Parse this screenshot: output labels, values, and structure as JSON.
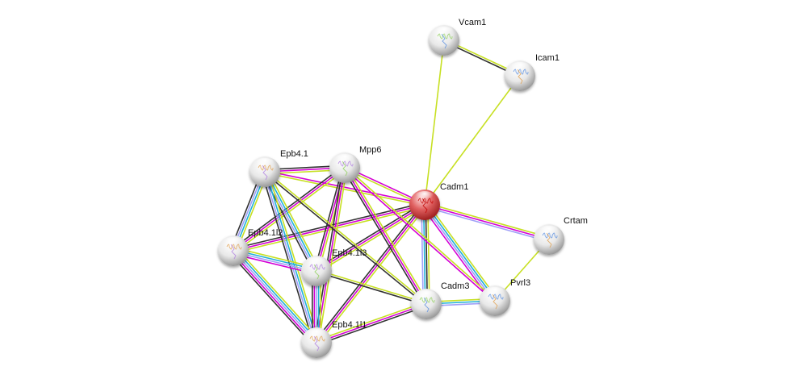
{
  "title": "Protein interaction network",
  "colors": {
    "textmining": "#c7e023",
    "coexpression": "#333333",
    "experiments": "#d400d4",
    "databases": "#21b1d8",
    "homology": "#a0a0f8",
    "query_node": "#d23333",
    "node": "#e6e6e6"
  },
  "nodes": [
    {
      "id": "Vcam1",
      "label": "Vcam1",
      "query": false
    },
    {
      "id": "Icam1",
      "label": "Icam1",
      "query": false
    },
    {
      "id": "Epb4.1",
      "label": "Epb4.1",
      "query": false
    },
    {
      "id": "Mpp6",
      "label": "Mpp6",
      "query": false
    },
    {
      "id": "Cadm1",
      "label": "Cadm1",
      "query": true
    },
    {
      "id": "Crtam",
      "label": "Crtam",
      "query": false
    },
    {
      "id": "Epb4.1l2",
      "label": "Epb4.1l2",
      "query": false
    },
    {
      "id": "Epb4.1l3",
      "label": "Epb4.1l3",
      "query": false
    },
    {
      "id": "Cadm3",
      "label": "Cadm3",
      "query": false
    },
    {
      "id": "Pvrl3",
      "label": "Pvrl3",
      "query": false
    },
    {
      "id": "Epb4.1l1",
      "label": "Epb4.1l1",
      "query": false
    }
  ],
  "edges": [
    {
      "a": "Vcam1",
      "b": "Icam1",
      "evidence": [
        "textmining",
        "coexpression"
      ]
    },
    {
      "a": "Vcam1",
      "b": "Cadm1",
      "evidence": [
        "textmining"
      ]
    },
    {
      "a": "Icam1",
      "b": "Cadm1",
      "evidence": [
        "textmining"
      ]
    },
    {
      "a": "Cadm1",
      "b": "Crtam",
      "evidence": [
        "textmining",
        "experiments",
        "homology"
      ]
    },
    {
      "a": "Crtam",
      "b": "Pvrl3",
      "evidence": [
        "textmining"
      ]
    },
    {
      "a": "Cadm1",
      "b": "Cadm3",
      "evidence": [
        "textmining",
        "coexpression",
        "databases",
        "homology"
      ]
    },
    {
      "a": "Cadm1",
      "b": "Pvrl3",
      "evidence": [
        "textmining",
        "databases",
        "homology",
        "experiments"
      ]
    },
    {
      "a": "Cadm3",
      "b": "Pvrl3",
      "evidence": [
        "textmining",
        "databases",
        "homology"
      ]
    },
    {
      "a": "Cadm1",
      "b": "Mpp6",
      "evidence": [
        "textmining",
        "experiments"
      ]
    },
    {
      "a": "Cadm1",
      "b": "Epb4.1",
      "evidence": [
        "textmining",
        "experiments"
      ]
    },
    {
      "a": "Cadm1",
      "b": "Epb4.1l2",
      "evidence": [
        "textmining",
        "experiments",
        "coexpression"
      ]
    },
    {
      "a": "Cadm1",
      "b": "Epb4.1l3",
      "evidence": [
        "textmining",
        "experiments",
        "coexpression"
      ]
    },
    {
      "a": "Cadm1",
      "b": "Epb4.1l1",
      "evidence": [
        "textmining",
        "experiments",
        "coexpression"
      ]
    },
    {
      "a": "Mpp6",
      "b": "Epb4.1",
      "evidence": [
        "textmining",
        "experiments",
        "coexpression"
      ]
    },
    {
      "a": "Mpp6",
      "b": "Epb4.1l2",
      "evidence": [
        "textmining",
        "experiments",
        "coexpression"
      ]
    },
    {
      "a": "Mpp6",
      "b": "Epb4.1l3",
      "evidence": [
        "textmining",
        "experiments",
        "coexpression"
      ]
    },
    {
      "a": "Mpp6",
      "b": "Epb4.1l1",
      "evidence": [
        "textmining",
        "experiments",
        "coexpression"
      ]
    },
    {
      "a": "Mpp6",
      "b": "Cadm3",
      "evidence": [
        "textmining",
        "experiments",
        "coexpression"
      ]
    },
    {
      "a": "Mpp6",
      "b": "Pvrl3",
      "evidence": [
        "textmining",
        "experiments"
      ]
    },
    {
      "a": "Epb4.1",
      "b": "Epb4.1l2",
      "evidence": [
        "textmining",
        "databases",
        "homology",
        "coexpression"
      ]
    },
    {
      "a": "Epb4.1",
      "b": "Epb4.1l3",
      "evidence": [
        "textmining",
        "databases",
        "homology",
        "coexpression"
      ]
    },
    {
      "a": "Epb4.1",
      "b": "Epb4.1l1",
      "evidence": [
        "textmining",
        "databases",
        "homology",
        "coexpression"
      ]
    },
    {
      "a": "Epb4.1",
      "b": "Cadm3",
      "evidence": [
        "textmining",
        "coexpression"
      ]
    },
    {
      "a": "Epb4.1l2",
      "b": "Epb4.1l3",
      "evidence": [
        "textmining",
        "databases",
        "homology",
        "experiments"
      ]
    },
    {
      "a": "Epb4.1l2",
      "b": "Epb4.1l1",
      "evidence": [
        "textmining",
        "databases",
        "homology",
        "experiments",
        "coexpression"
      ]
    },
    {
      "a": "Epb4.1l3",
      "b": "Epb4.1l1",
      "evidence": [
        "textmining",
        "databases",
        "homology",
        "experiments",
        "coexpression"
      ]
    },
    {
      "a": "Epb4.1l3",
      "b": "Cadm3",
      "evidence": [
        "textmining",
        "coexpression"
      ]
    },
    {
      "a": "Epb4.1l1",
      "b": "Cadm3",
      "evidence": [
        "textmining",
        "experiments",
        "coexpression"
      ]
    }
  ]
}
